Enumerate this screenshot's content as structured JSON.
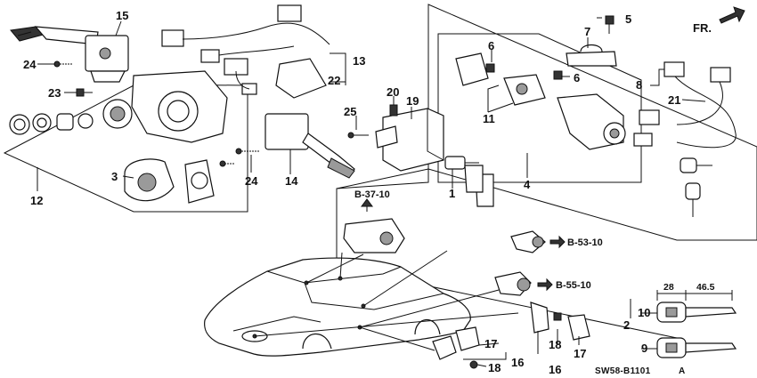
{
  "diagram_code": "SW58-B1101",
  "diagram_revision": "A",
  "direction_label": "FR.",
  "refs": {
    "b3710": "B-37-10",
    "b5310": "B-53-10",
    "b5510": "B-55-10"
  },
  "dimensions": {
    "key_head": "28",
    "key_blade": "46.5"
  },
  "part_numbers": {
    "p1": "1",
    "p2": "2",
    "p3": "3",
    "p4": "4",
    "p5": "5",
    "p6a": "6",
    "p6b": "6",
    "p7": "7",
    "p8": "8",
    "p9": "9",
    "p10": "10",
    "p11": "11",
    "p12": "12",
    "p13": "13",
    "p14": "14",
    "p15": "15",
    "p16a": "16",
    "p16b": "16",
    "p17a": "17",
    "p17b": "17",
    "p18a": "18",
    "p18b": "18",
    "p19": "19",
    "p20": "20",
    "p21": "21",
    "p22": "22",
    "p23": "23",
    "p24a": "24",
    "p24b": "24",
    "p25": "25"
  }
}
